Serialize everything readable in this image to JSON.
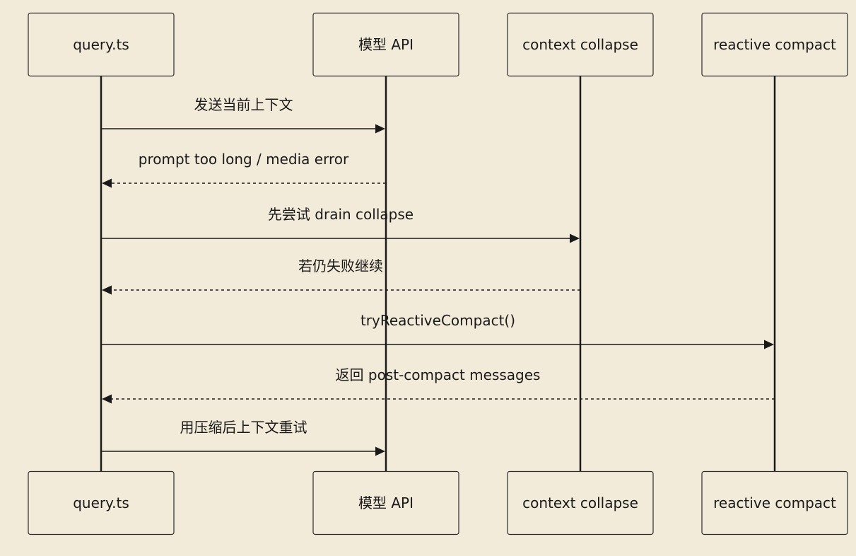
{
  "participants": [
    {
      "id": "query",
      "label": "query.ts"
    },
    {
      "id": "api",
      "label": "模型 API"
    },
    {
      "id": "collapse",
      "label": "context collapse"
    },
    {
      "id": "compact",
      "label": "reactive compact"
    }
  ],
  "messages": [
    {
      "from": "query",
      "to": "api",
      "label": "发送当前上下文",
      "style": "solid"
    },
    {
      "from": "api",
      "to": "query",
      "label": "prompt too long / media error",
      "style": "dashed"
    },
    {
      "from": "query",
      "to": "collapse",
      "label": "先尝试 drain collapse",
      "style": "solid"
    },
    {
      "from": "collapse",
      "to": "query",
      "label": "若仍失败继续",
      "style": "dashed"
    },
    {
      "from": "query",
      "to": "compact",
      "label": "tryReactiveCompact()",
      "style": "solid"
    },
    {
      "from": "compact",
      "to": "query",
      "label": "返回 post-compact messages",
      "style": "dashed"
    },
    {
      "from": "query",
      "to": "api",
      "label": "用压缩后上下文重试",
      "style": "solid"
    }
  ]
}
